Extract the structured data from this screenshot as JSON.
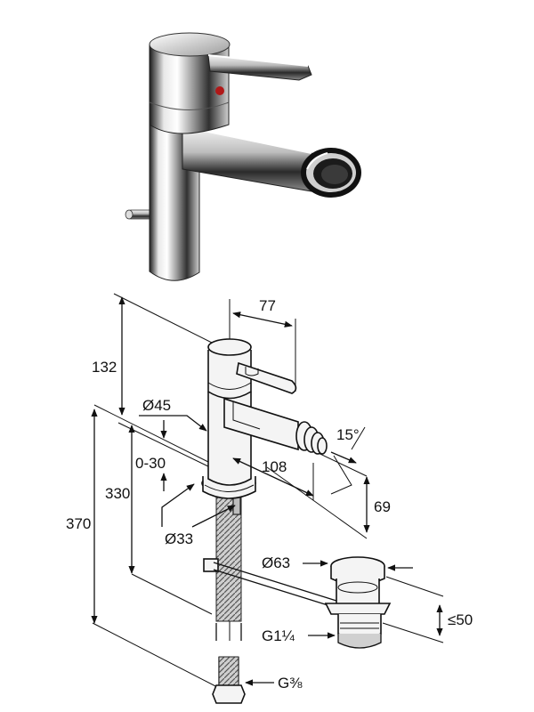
{
  "figure": {
    "dimensions": {
      "d77": "77",
      "d132": "132",
      "d45": "Ø45",
      "d15deg": "15°",
      "d0_30": "0-30",
      "d108": "108",
      "d330": "330",
      "d370": "370",
      "d69": "69",
      "d33": "Ø33",
      "d63": "Ø63",
      "d50": "≤50",
      "thread_waste": "G1¼",
      "thread_supply": "G⅜"
    },
    "colors": {
      "hot_indicator": "#b01818",
      "chrome_dark": "#1a1a1a",
      "chrome_light": "#f2f2f2"
    }
  }
}
